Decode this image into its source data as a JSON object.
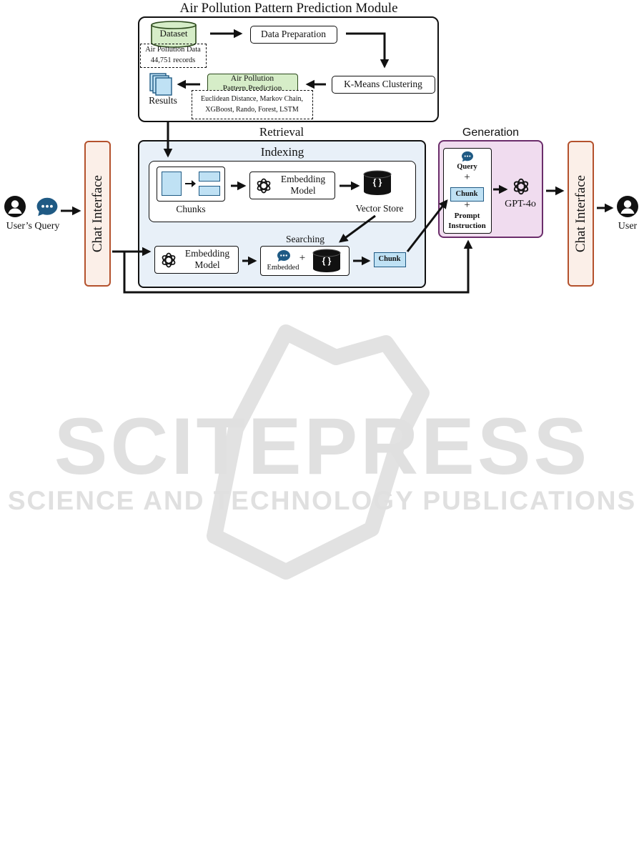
{
  "module": {
    "title": "Air Pollution Pattern Prediction Module",
    "dataset": "Dataset",
    "dataset_note": [
      "Air Pollution Data",
      "44,751 records"
    ],
    "data_preparation": "Data Preparation",
    "kmeans": "K-Means Clustering",
    "prediction": [
      "Air Pollution",
      "Pattern Prediction"
    ],
    "methods": [
      "Euclidean Distance, Markov Chain,",
      "XGBoost, Rando, Forest, LSTM"
    ],
    "results": "Results"
  },
  "retrieval": {
    "title": "Retrieval",
    "indexing_title": "Indexing",
    "chunks": "Chunks",
    "embedding_model": [
      "Embedding",
      "Model"
    ],
    "vector_store": "Vector Store",
    "searching": "Searching",
    "embedded": "Embedded",
    "plus": "+",
    "chunk": "Chunk",
    "brace": "{ }"
  },
  "generation": {
    "title": "Generation",
    "query": "Query",
    "plus": "+",
    "chunk": "Chunk",
    "prompt": [
      "Prompt",
      "Instruction"
    ],
    "model": "GPT-4o"
  },
  "left": {
    "chat_interface": "Chat Interface",
    "users_query": "User’s Query"
  },
  "right": {
    "chat_interface": "Chat Interface",
    "user": "User"
  },
  "watermark": {
    "big": "SCITEPRESS",
    "small": "SCIENCE AND TECHNOLOGY PUBLICATIONS"
  },
  "colors": {
    "retrieval_bg": "#e8f0f8",
    "generation_bg": "#f0dcef",
    "generation_border": "#6b2d6b",
    "chat_bg": "#fbefe8",
    "chat_border": "#b4512c",
    "dataset_green": "#d6edc8",
    "chunk_blue": "#bfe1f4",
    "icon_blue": "#1f5a84"
  }
}
